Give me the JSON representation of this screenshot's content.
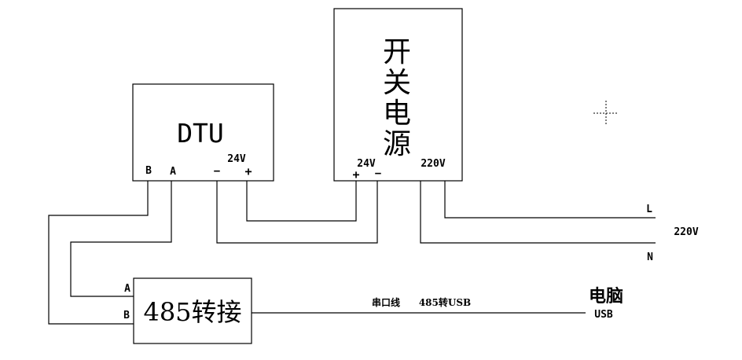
{
  "dtu": {
    "title": "DTU",
    "voltage": "24V",
    "pin_b": "B",
    "pin_a": "A",
    "pin_minus": "−",
    "pin_plus": "+"
  },
  "psu": {
    "title_chars": [
      "开",
      "关",
      "电",
      "源"
    ],
    "out_voltage": "24V",
    "out_plus": "+",
    "out_minus": "−",
    "in_voltage": "220V"
  },
  "converter": {
    "label": "485转接",
    "pin_a": "A",
    "pin_b": "B"
  },
  "mains": {
    "line": "L",
    "voltage": "220V",
    "neutral": "N"
  },
  "serial_link": {
    "cable_label": "串口线",
    "converter_label": "485转USB"
  },
  "computer": {
    "label": "电脑",
    "port": "USB"
  }
}
